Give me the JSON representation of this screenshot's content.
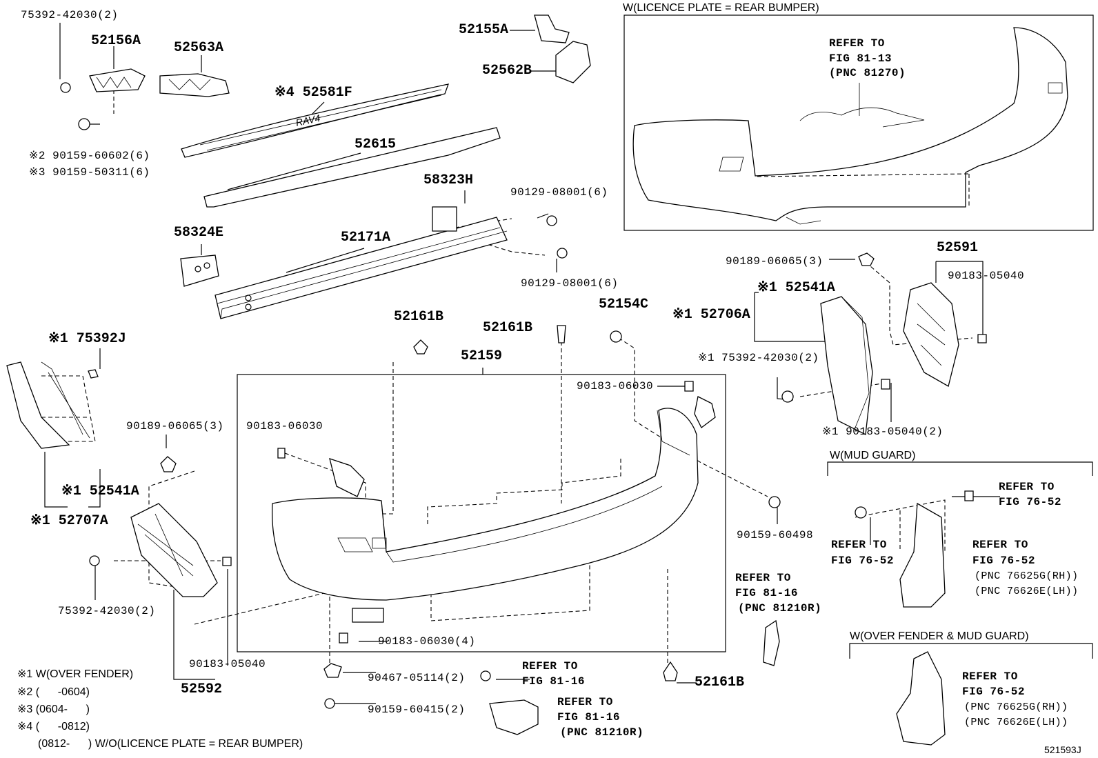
{
  "legend": {
    "note1": "※1 W(OVER FENDER)",
    "note2": "※2 (      -0604)",
    "note3": "※3 (0604-      )",
    "note4": "※4 (      -0812)",
    "note5": "(0812-      ) W/O(LICENCE PLATE = REAR BUMPER)"
  },
  "figure_code": "521593J",
  "inset_licence": {
    "title": "W(LICENCE PLATE = REAR BUMPER)",
    "ref_line1": "REFER TO",
    "ref_line2": "FIG 81-13",
    "ref_line3": "(PNC 81270)"
  },
  "inset_mud": {
    "title": "W(MUD GUARD)",
    "ref_a1": "REFER TO",
    "ref_a2": "FIG 76-52",
    "ref_b1": "REFER TO",
    "ref_b2": "FIG 76-52",
    "ref_c1": "REFER TO",
    "ref_c2": "FIG 76-52",
    "ref_c3": "(PNC 76625G(RH))",
    "ref_c4": "(PNC 76626E(LH))"
  },
  "inset_over": {
    "title": "W(OVER FENDER & MUD GUARD)",
    "ref1": "REFER TO",
    "ref2": "FIG 76-52",
    "ref3": "(PNC 76625G(RH))",
    "ref4": "(PNC 76626E(LH))"
  },
  "refs": {
    "lamp1_1": "REFER TO",
    "lamp1_2": "FIG 81-16",
    "lamp1_3": "(PNC 81210R)",
    "lamp2_1": "REFER TO",
    "lamp2_2": "FIG 81-16",
    "lamp3_1": "REFER TO",
    "lamp3_2": "FIG 81-16",
    "lamp3_3": "(PNC 81210R)"
  },
  "parts": {
    "p75392_42030_top": "75392-42030(2)",
    "p52156A": "52156A",
    "p52563A": "52563A",
    "p52155A": "52155A",
    "p52562B": "52562B",
    "p52581F": "※4 52581F",
    "p52615": "52615",
    "p90159_60602": "※2  90159-60602(6)",
    "p90159_50311": "※3  90159-50311(6)",
    "p58323H": "58323H",
    "p90129_08001_a": "90129-08001(6)",
    "p58324E": "58324E",
    "p52171A": "52171A",
    "p90129_08001_b": "90129-08001(6)",
    "p52161B_a": "52161B",
    "p52161B_b": "52161B",
    "p52154C": "52154C",
    "p75392J": "※1 75392J",
    "p52159": "52159",
    "p90183_06030_r": "90183-06030",
    "p90183_06030_l": "90183-06030",
    "p90189_06065_l": "90189-06065(3)",
    "p52541A_l": "※1 52541A",
    "p52707A": "※1 52707A",
    "p75392_42030_l": "75392-42030(2)",
    "p90183_05040_l": "90183-05040",
    "p52592": "52592",
    "p90189_06065_r": "90189-06065(3)",
    "p52591": "52591",
    "p90183_05040_r": "90183-05040",
    "p52541A_r": "※1 52541A",
    "p52706A": "※1 52706A",
    "p75392_42030_r": "※1 75392-42030(2)",
    "p90183_05040_r2": "※1 90183-05040(2)",
    "p90159_60498": "90159-60498",
    "p90183_06030_4": "90183-06030(4)",
    "p90467_05114": "90467-05114(2)",
    "p90159_60415": "90159-60415(2)",
    "p52161B_c": "52161B"
  }
}
